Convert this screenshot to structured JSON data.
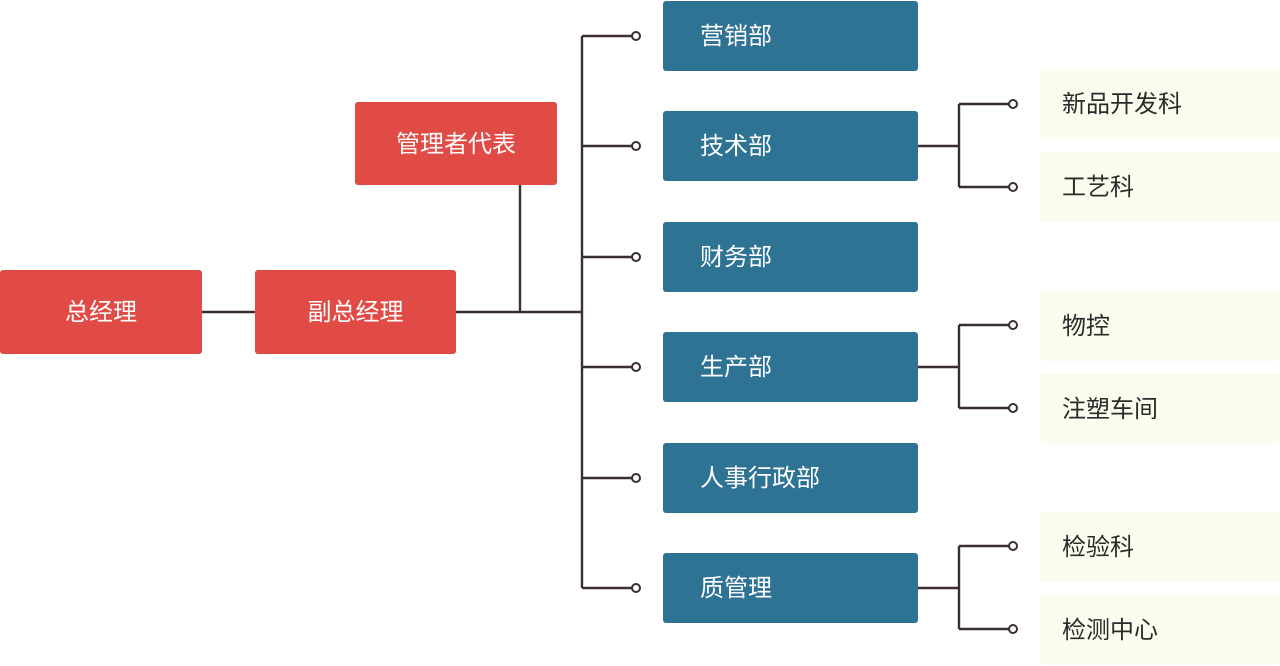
{
  "colors": {
    "executive": "#e04b45",
    "department": "#2e7294",
    "section": "#fbfbee",
    "connector": "#3a2e2e"
  },
  "org": {
    "general_manager": "总经理",
    "deputy_general_manager": "副总经理",
    "management_representative": "管理者代表",
    "departments": [
      {
        "name": "营销部",
        "sections": []
      },
      {
        "name": "技术部",
        "sections": [
          "新品开发科",
          "工艺科"
        ]
      },
      {
        "name": "财务部",
        "sections": []
      },
      {
        "name": "生产部",
        "sections": [
          "物控",
          "注塑车间"
        ]
      },
      {
        "name": "人事行政部",
        "sections": []
      },
      {
        "name": "质管理",
        "sections": [
          "检验科",
          "检测中心"
        ]
      }
    ]
  }
}
